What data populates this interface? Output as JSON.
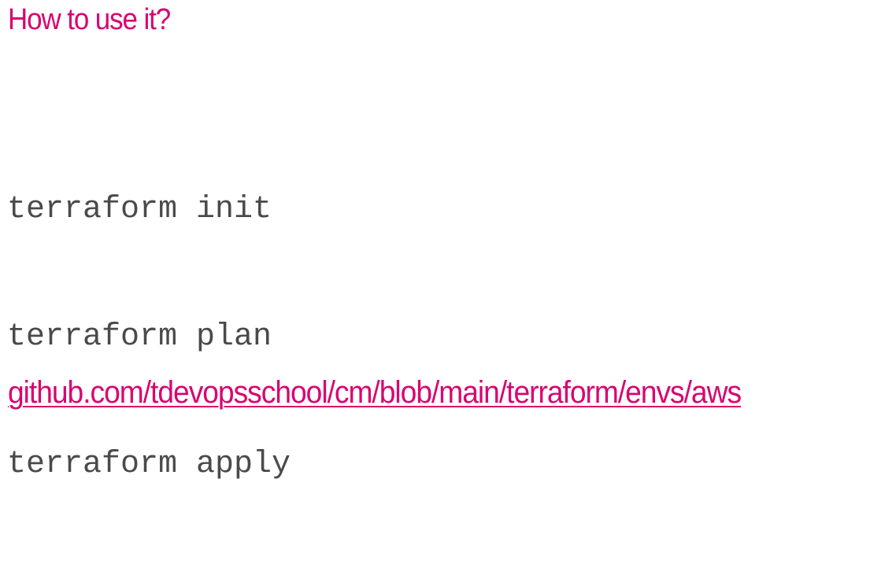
{
  "slide": {
    "title": "How to use it?",
    "commands": [
      "terraform init",
      "terraform plan",
      "terraform apply"
    ],
    "link_text": "github.com/tdevopsschool/cm/blob/main/terraform/envs/aws"
  },
  "colors": {
    "accent": "#d9046f",
    "code_text": "#4a4a4a",
    "background": "#ffffff"
  }
}
